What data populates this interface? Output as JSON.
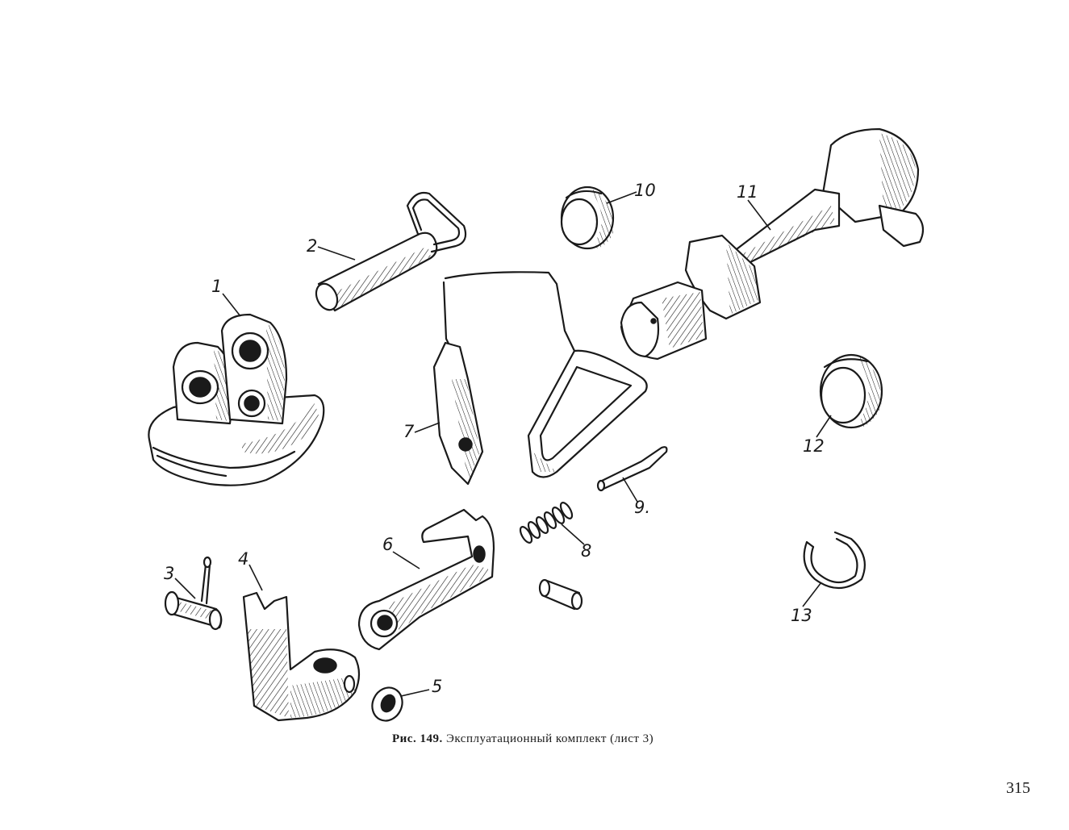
{
  "figure": {
    "caption_prefix": "Рис. 149.",
    "caption_text": " Эксплуатационный комплект (лист 3)",
    "page_number": "315",
    "part_labels": [
      "1",
      "2",
      "3",
      "4",
      "5",
      "6",
      "7",
      "8",
      "9.",
      "10",
      "11",
      "12",
      "13"
    ]
  }
}
